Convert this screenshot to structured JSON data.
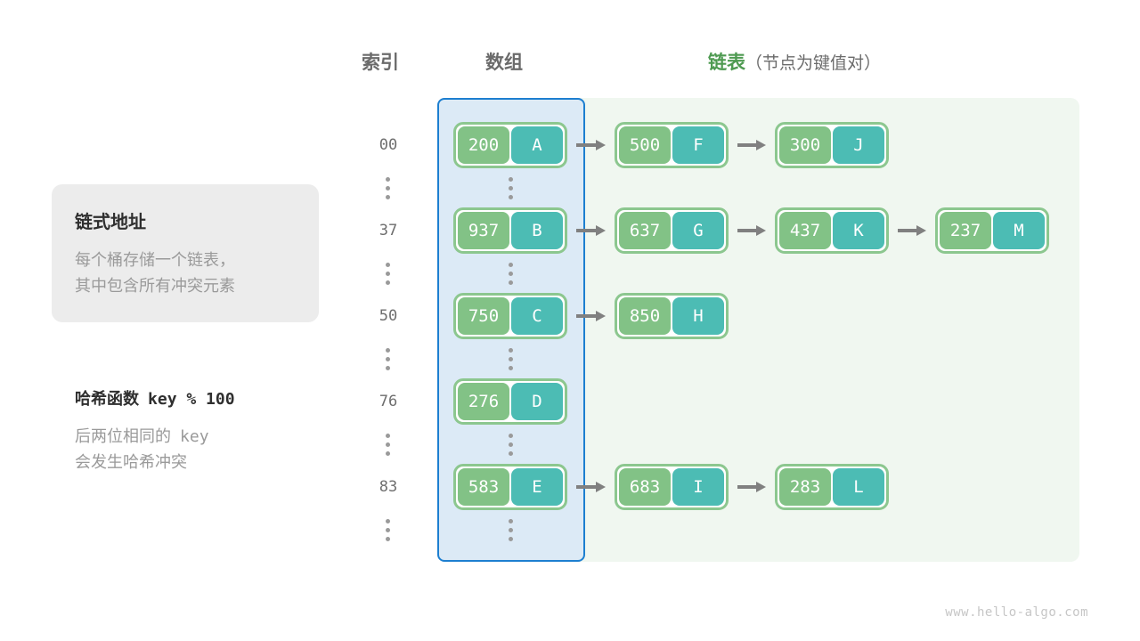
{
  "headers": {
    "index": "索引",
    "array": "数组",
    "list_accent": "链表",
    "list_sub": "（节点为键值对）"
  },
  "info_card": {
    "title": "链式地址",
    "line1": "每个桶存储一个链表，",
    "line2": "其中包含所有冲突元素"
  },
  "hash_block": {
    "title_label": "哈希函数",
    "title_expr": "key % 100",
    "line1_a": "后两位相同的",
    "line1_b": "key",
    "line2": "会发生哈希冲突"
  },
  "rows": [
    {
      "index": "00",
      "bucket": {
        "key": "200",
        "val": "A"
      },
      "chain": [
        {
          "key": "500",
          "val": "F"
        },
        {
          "key": "300",
          "val": "J"
        }
      ]
    },
    {
      "index": "37",
      "bucket": {
        "key": "937",
        "val": "B"
      },
      "chain": [
        {
          "key": "637",
          "val": "G"
        },
        {
          "key": "437",
          "val": "K"
        },
        {
          "key": "237",
          "val": "M"
        }
      ]
    },
    {
      "index": "50",
      "bucket": {
        "key": "750",
        "val": "C"
      },
      "chain": [
        {
          "key": "850",
          "val": "H"
        }
      ]
    },
    {
      "index": "76",
      "bucket": {
        "key": "276",
        "val": "D"
      },
      "chain": []
    },
    {
      "index": "83",
      "bucket": {
        "key": "583",
        "val": "E"
      },
      "chain": [
        {
          "key": "683",
          "val": "I"
        },
        {
          "key": "283",
          "val": "L"
        }
      ]
    }
  ],
  "ellipsis_rows": 5,
  "watermark": "www.hello-algo.com",
  "colors": {
    "key_green": "#82c286",
    "val_teal": "#4cbcb4",
    "node_border": "#8cc78f",
    "array_panel_bg": "#dceaf6",
    "array_panel_border": "#1d7fd0",
    "list_panel_bg": "#f0f7f0",
    "accent_green": "#4e9a51",
    "arrow_gray": "#808080",
    "card_bg": "#ececec",
    "text_gray": "#6b6b6b",
    "muted_gray": "#9a9a9a"
  }
}
